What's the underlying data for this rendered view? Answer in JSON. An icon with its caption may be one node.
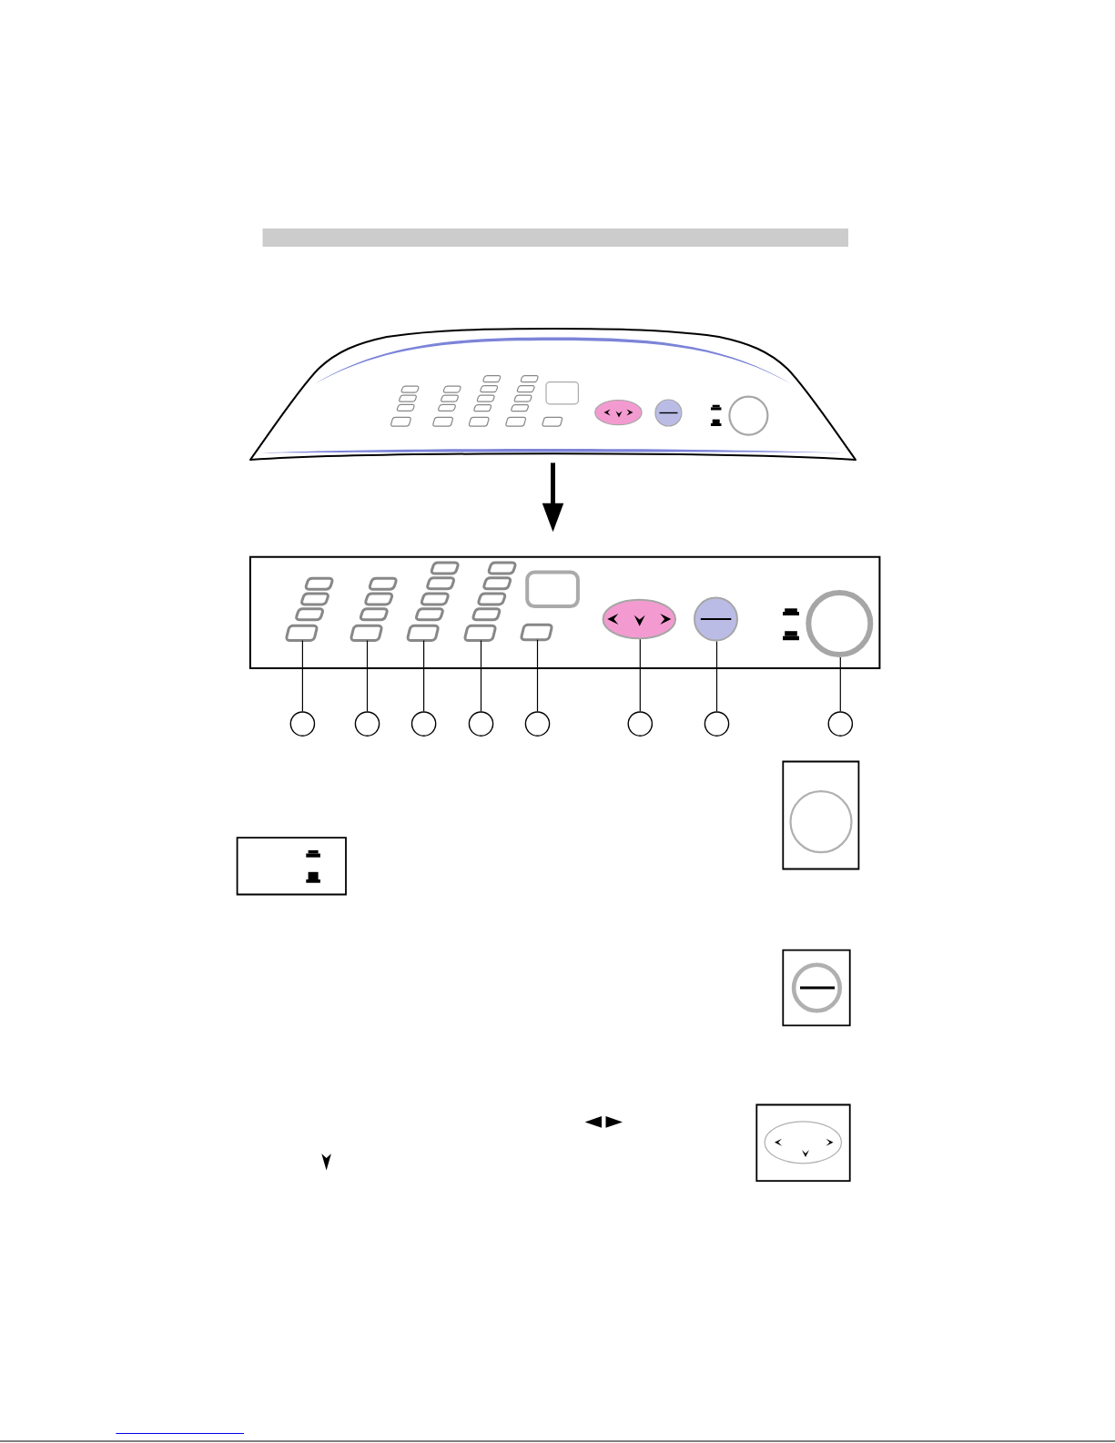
{
  "diagram": {
    "nodes": [
      {
        "text": [],
        "shape": "bar"
      },
      {
        "text": [],
        "shape": "picture"
      },
      {
        "text": [],
        "shape": "box"
      },
      {
        "text": [],
        "shape": "box",
        "in": 2
      },
      {
        "text": [],
        "shape": "box",
        "in": 2
      },
      {
        "text": [],
        "shape": "box",
        "in": 2
      },
      {
        "text": [],
        "shape": "box",
        "in": 2
      },
      {
        "text": [],
        "shape": "box",
        "in": 2
      },
      {
        "text": [],
        "shape": "ellipse",
        "in": 2
      },
      {
        "text": [],
        "shape": "circle",
        "in": 2
      },
      {
        "text": [],
        "shape": "circle",
        "in": 2
      },
      {
        "text": [],
        "shape": "circle"
      },
      {
        "text": [],
        "shape": "circle"
      },
      {
        "text": [],
        "shape": "circle"
      },
      {
        "text": [],
        "shape": "circle"
      },
      {
        "text": [],
        "shape": "circle"
      },
      {
        "text": [],
        "shape": "circle"
      },
      {
        "text": [],
        "shape": "circle"
      },
      {
        "text": [],
        "shape": "circle"
      }
    ],
    "edges": [
      {
        "from": 1,
        "to": 2,
        "arrow": "to",
        "style": "thick"
      },
      {
        "from": 11,
        "to": 3,
        "arrow": "none"
      },
      {
        "from": 12,
        "to": 4,
        "arrow": "none"
      },
      {
        "from": 13,
        "to": 5,
        "arrow": "none"
      },
      {
        "from": 14,
        "to": 6,
        "arrow": "none"
      },
      {
        "from": 15,
        "to": 7,
        "arrow": "none"
      },
      {
        "from": 16,
        "to": 8,
        "arrow": "none"
      },
      {
        "from": 17,
        "to": 9,
        "arrow": "none"
      },
      {
        "from": 18,
        "to": 10,
        "arrow": "none"
      }
    ]
  }
}
